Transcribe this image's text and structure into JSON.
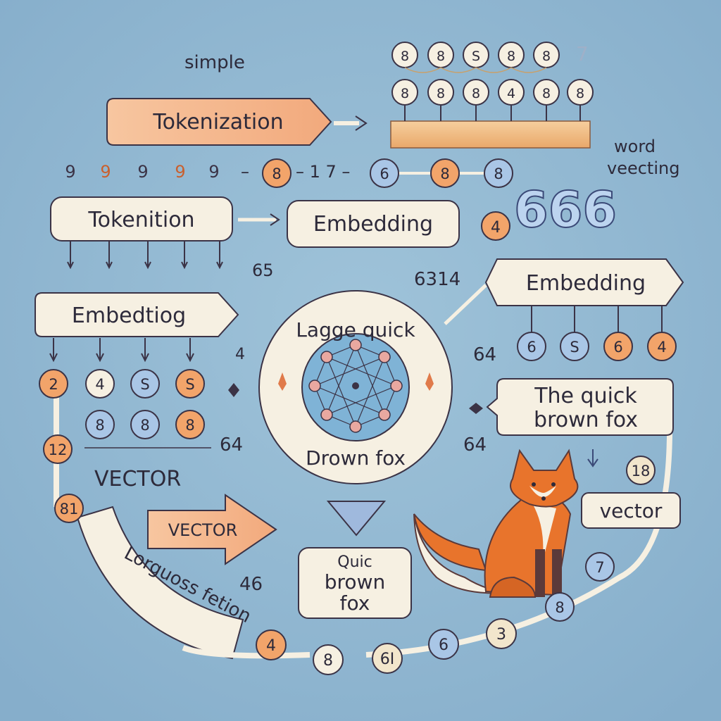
{
  "colors": {
    "background": "#8fb6cf",
    "box_fill": "#f6f0e2",
    "box_stroke": "#3b3346",
    "peach": "#f4b48e",
    "orange": "#f2a46a",
    "blue": "#a9c6e6",
    "beige": "#f2e6cc",
    "ink": "#2d2a3a",
    "fox_orange": "#e8742c",
    "fox_dark": "#5b3a3a"
  },
  "labels": {
    "simple": "simple",
    "word": "word",
    "veecting": "veecting",
    "tokenization": "Tokenization",
    "tokenition": "Tokenition",
    "embedding_mid": "Embedding",
    "embedding_right": "Embedding",
    "embedtiog": "Embedtiog",
    "vector_text": "VECTOR",
    "vector_arrow": "VECTOR",
    "vector_small": "vector",
    "quick_line1": "The quick",
    "quick_line2": "brown fox",
    "bottom_line1": "Quic",
    "bottom_line2": "brown",
    "bottom_line3": "fox",
    "circle_top": "Lagge quick",
    "circle_bottom": "Drown fox",
    "band_text": "Lorguoss fetion",
    "big_digits": "666",
    "n65": "65",
    "n6314": "6314",
    "n64a": "64",
    "n64b": "64",
    "n64c": "64",
    "n4": "4",
    "n46": "46",
    "seq_dash1": "–",
    "seq_17": "– 1 7 –"
  },
  "top_grid": {
    "row1": [
      "8",
      "8",
      "S",
      "8",
      "8"
    ],
    "row2": [
      "8",
      "8",
      "8",
      "4",
      "8",
      "8"
    ]
  },
  "row_tokens": {
    "loose": [
      "9",
      "9",
      "9",
      "9",
      "9"
    ],
    "chain": [
      "8",
      "6",
      "8",
      "8"
    ]
  },
  "nodes": {
    "n_4_small": "4",
    "left_row1": [
      "2",
      "4",
      "S",
      "S"
    ],
    "left_row2": [
      "8",
      "8",
      "8"
    ],
    "left_chain": [
      "12",
      "81"
    ],
    "right_row": [
      "6",
      "S",
      "6",
      "4"
    ],
    "right_chain": [
      "18",
      "7",
      "8"
    ],
    "bottom_chain": [
      "4",
      "8",
      "6I",
      "6",
      "3"
    ]
  }
}
